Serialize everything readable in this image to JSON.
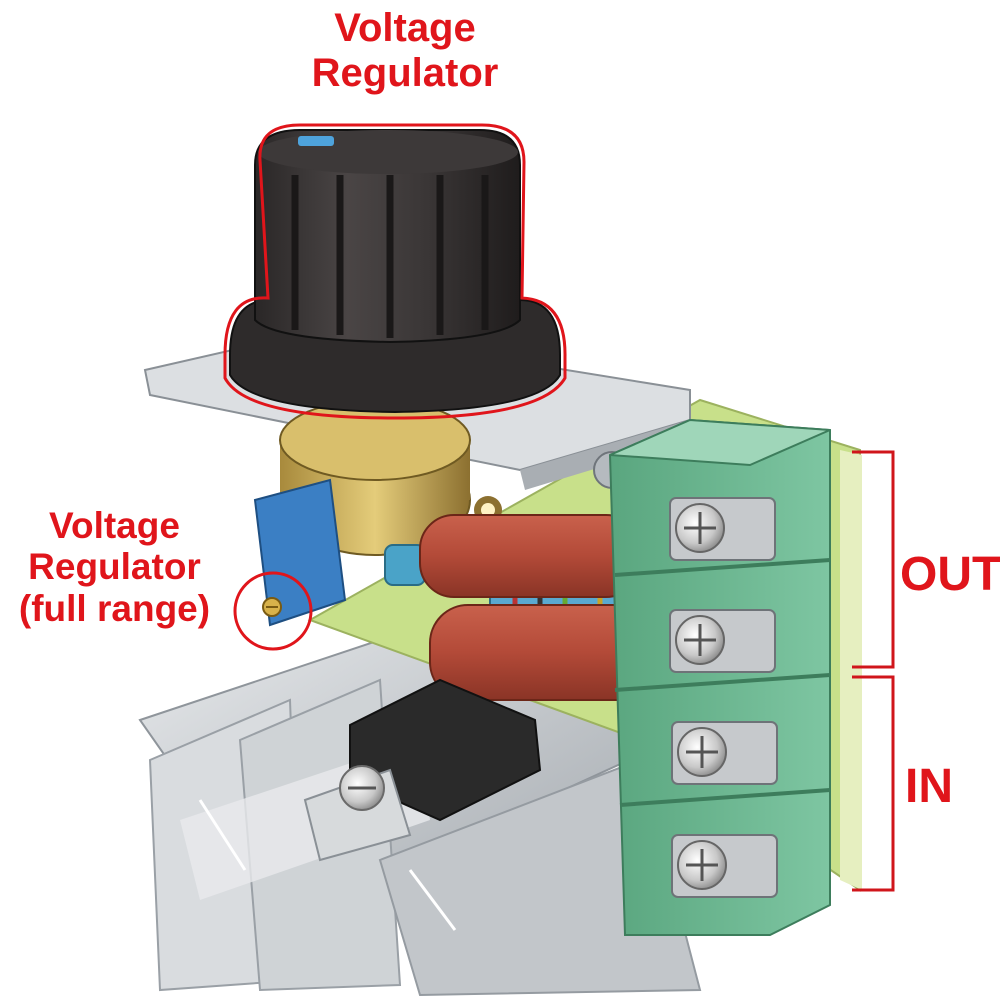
{
  "labels": {
    "top_line1": "Voltage",
    "top_line2": "Regulator",
    "side_line1": "Voltage",
    "side_line2": "Regulator",
    "side_line3": "(full range)",
    "out": "OUT",
    "in": "IN"
  },
  "colors": {
    "annotation_red": "#e0151b",
    "knob": "#3a3636",
    "terminal_green": "#6fb894",
    "capacitor": "#b34a38",
    "pcb": "#c8e08a",
    "heatsink": "#c9ccd0"
  }
}
